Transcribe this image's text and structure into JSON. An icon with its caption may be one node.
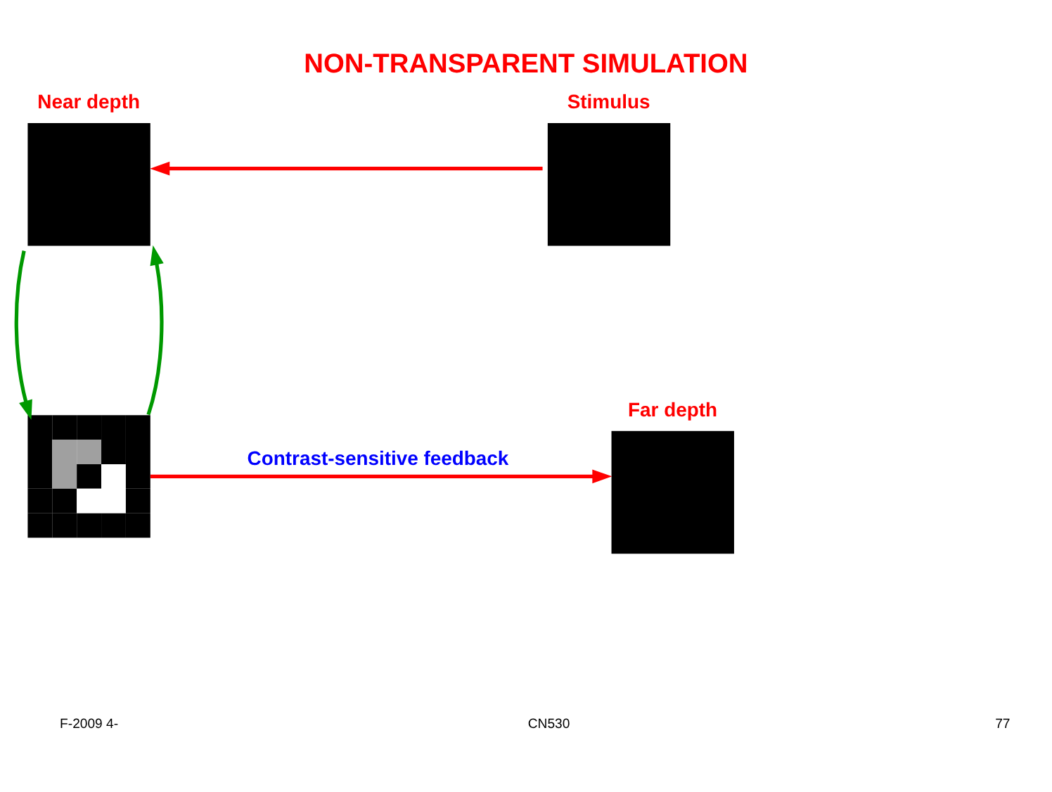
{
  "diagram": {
    "title": "NON-TRANSPARENT SIMULATION",
    "nodes": [
      {
        "text": [
          "Near depth"
        ]
      },
      {
        "text": [
          "Stimulus"
        ]
      },
      {
        "text": [],
        "shape": "picture"
      },
      {
        "text": [
          "Far depth"
        ]
      }
    ],
    "edges": [
      {
        "from": 1,
        "to": 0,
        "arrow": "to"
      },
      {
        "from": 0,
        "to": 2,
        "arrow": "to",
        "color": "#009900"
      },
      {
        "from": 2,
        "to": 0,
        "arrow": "to",
        "color": "#009900"
      },
      {
        "from": 2,
        "to": 3,
        "arrow": "to",
        "label": "Contrast-sensitive feedback"
      }
    ],
    "labels": [
      "F-2009 4-",
      "CN530",
      "77"
    ]
  }
}
